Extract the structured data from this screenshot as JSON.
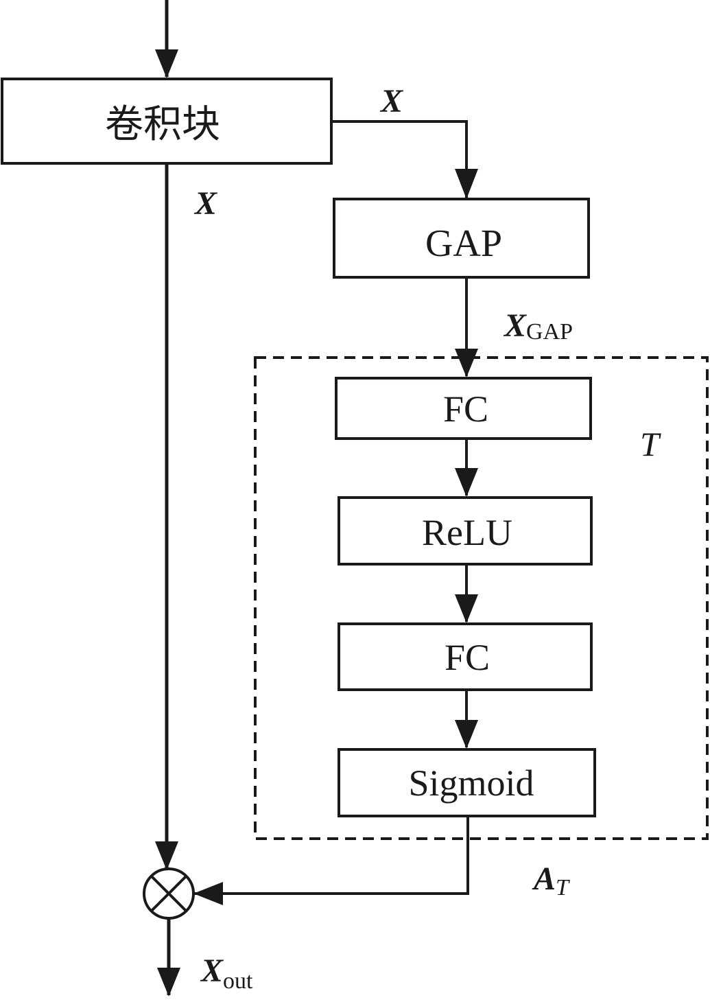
{
  "blocks": {
    "conv": "卷积块",
    "gap": "GAP",
    "fc1": "FC",
    "relu": "ReLU",
    "fc2": "FC",
    "sigmoid": "Sigmoid"
  },
  "labels": {
    "x_branch": "X",
    "x_main": "X",
    "x_gap_main": "X",
    "x_gap_sub": "GAP",
    "t_group": "T",
    "a_main": "A",
    "a_sub": "T",
    "x_out_main": "X",
    "x_out_sub": "out"
  },
  "operators": {
    "multiply": "⊗"
  }
}
